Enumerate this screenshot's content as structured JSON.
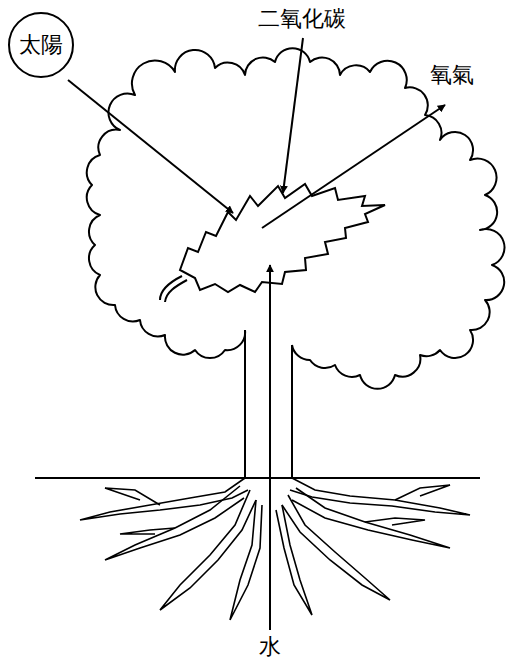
{
  "diagram": {
    "nodes": [
      {
        "text": [
          "太陽"
        ]
      }
    ],
    "labels": [
      "二氧化碳",
      "氧氣",
      "水"
    ]
  }
}
